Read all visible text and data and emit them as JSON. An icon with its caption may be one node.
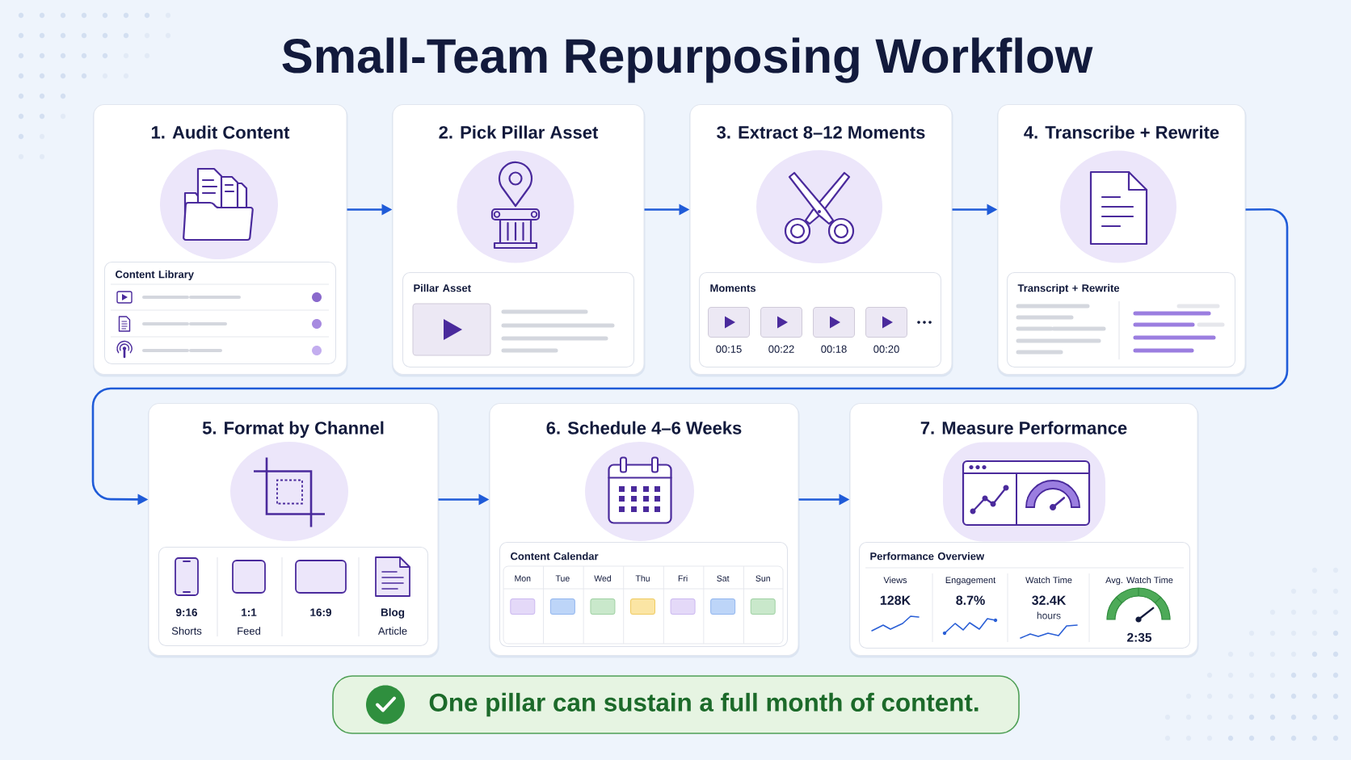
{
  "diagram": {
    "title": "Small-Team Repurposing Workflow",
    "nodes": [
      {
        "text": [
          "1. Audit Content"
        ]
      },
      {
        "text": [
          "Content Library"
        ],
        "in": 0
      },
      {
        "text": [
          "2. Pick Pillar Asset"
        ]
      },
      {
        "text": [
          "Pillar Asset"
        ],
        "in": 2
      },
      {
        "text": [
          "3. Extract 8–12 Moments"
        ]
      },
      {
        "text": [
          "Moments",
          "00:15",
          "00:22",
          "00:18",
          "00:20"
        ],
        "in": 4
      },
      {
        "text": [
          "4. Transcribe + Rewrite"
        ]
      },
      {
        "text": [
          "Transcript + Rewrite"
        ],
        "in": 6
      },
      {
        "text": [
          "5. Format by Channel"
        ]
      },
      {
        "text": [
          "9:16",
          "Shorts",
          "1:1",
          "Feed",
          "16:9",
          "Blog",
          "Article"
        ],
        "in": 8
      },
      {
        "text": [
          "6. Schedule 4–6 Weeks"
        ]
      },
      {
        "text": [
          "Content Calendar",
          "Mon",
          "Tue",
          "Wed",
          "Thu",
          "Fri",
          "Sat",
          "Sun"
        ],
        "in": 10
      },
      {
        "text": [
          "7. Measure Performance"
        ]
      },
      {
        "text": [
          "Performance Overview",
          "Views",
          "128K",
          "Engagement",
          "8.7%",
          "Watch Time",
          "32.4K",
          "hours",
          "Avg. Watch Time",
          "2:35"
        ],
        "in": 12
      },
      {
        "text": [
          "One pillar can sustain a full month of content."
        ]
      }
    ],
    "edges": [
      {
        "from": 0,
        "to": 2,
        "arrow": "to"
      },
      {
        "from": 2,
        "to": 4,
        "arrow": "to"
      },
      {
        "from": 4,
        "to": 6,
        "arrow": "to"
      },
      {
        "from": 6,
        "to": 8,
        "arrow": "to"
      },
      {
        "from": 8,
        "to": 10,
        "arrow": "to"
      },
      {
        "from": 10,
        "to": 12,
        "arrow": "to"
      }
    ]
  }
}
